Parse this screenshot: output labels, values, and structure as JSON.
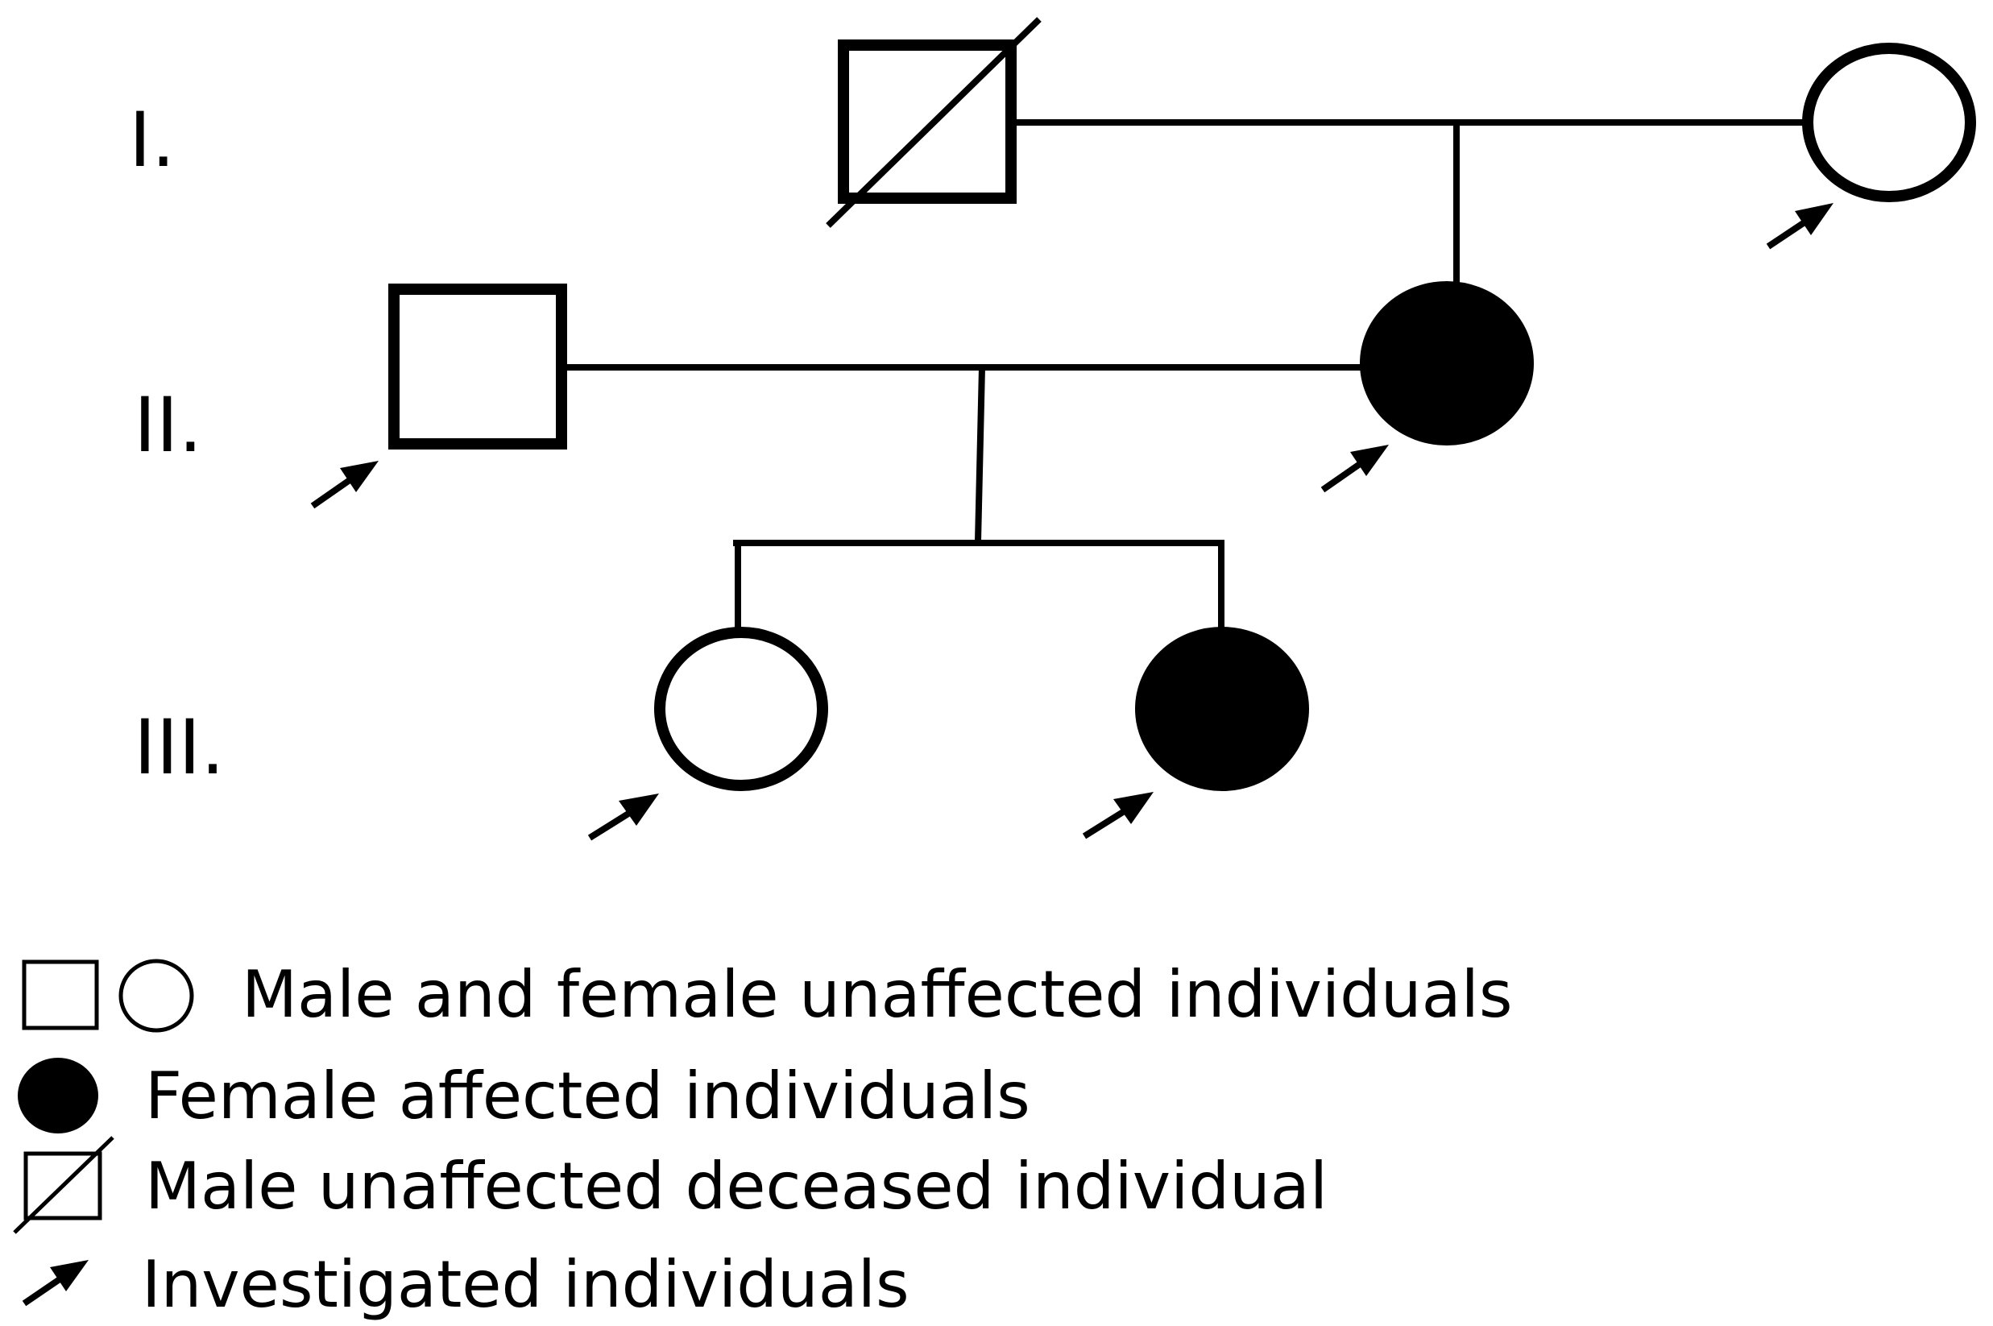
{
  "generations": [
    {
      "label": "I."
    },
    {
      "label": "II."
    },
    {
      "label": "III."
    }
  ],
  "individuals": [
    {
      "id": "I-1",
      "sex": "male",
      "affected": false,
      "deceased": true,
      "investigated": false
    },
    {
      "id": "I-2",
      "sex": "female",
      "affected": false,
      "deceased": false,
      "investigated": true
    },
    {
      "id": "II-1",
      "sex": "male",
      "affected": false,
      "deceased": false,
      "investigated": true
    },
    {
      "id": "II-2",
      "sex": "female",
      "affected": true,
      "deceased": false,
      "investigated": true
    },
    {
      "id": "III-1",
      "sex": "female",
      "affected": false,
      "deceased": false,
      "investigated": true
    },
    {
      "id": "III-2",
      "sex": "female",
      "affected": true,
      "deceased": false,
      "investigated": true
    }
  ],
  "relationships": [
    {
      "type": "mating",
      "partners": [
        "I-1",
        "I-2"
      ],
      "children": [
        "II-2"
      ]
    },
    {
      "type": "mating",
      "partners": [
        "II-1",
        "II-2"
      ],
      "children": [
        "III-1",
        "III-2"
      ]
    }
  ],
  "legend": {
    "unaffected": "Male and female unaffected individuals",
    "affected": "Female affected individuals",
    "deceased": "Male unaffected deceased individual",
    "investigated": "Investigated individuals"
  },
  "colors": {
    "ink": "#000000",
    "background": "#ffffff"
  }
}
